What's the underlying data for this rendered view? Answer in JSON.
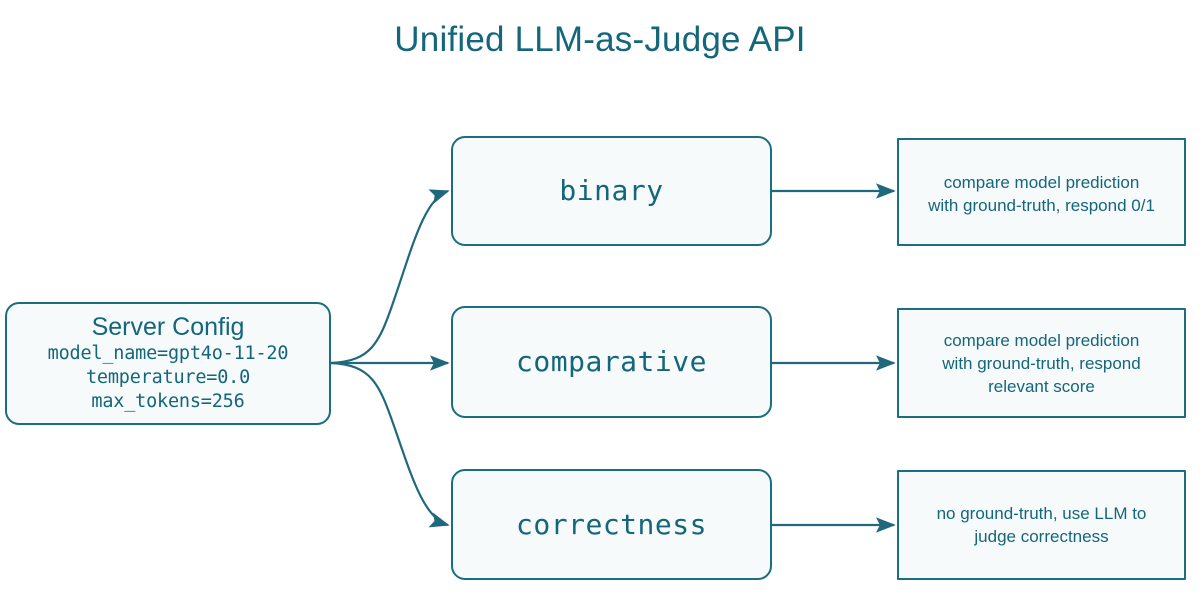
{
  "title": "Unified LLM-as-Judge API",
  "theme": {
    "accent": "#14667b",
    "border": "#1b6d80",
    "node_fill": "#f6fafb",
    "background": "#ffffff",
    "connector": "#20697c"
  },
  "server_config": {
    "heading": "Server Config",
    "lines": [
      "model_name=gpt4o-11-20",
      "temperature=0.0",
      "max_tokens=256"
    ]
  },
  "modes": [
    {
      "id": "binary",
      "label": "binary",
      "description": "compare model prediction\nwith ground-truth, respond 0/1"
    },
    {
      "id": "comparative",
      "label": "comparative",
      "description": "compare model prediction\nwith ground-truth, respond\nrelevant score"
    },
    {
      "id": "correctness",
      "label": "correctness",
      "description": "no ground-truth, use LLM to\njudge correctness"
    }
  ]
}
